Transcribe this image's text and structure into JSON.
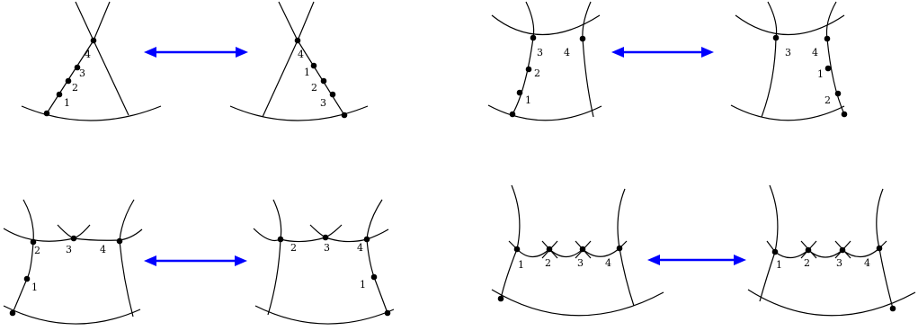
{
  "panels": [
    {
      "id": "panel-1-left",
      "labels": [
        "1",
        "2",
        "3",
        "4"
      ]
    },
    {
      "id": "panel-1-right",
      "labels": [
        "1",
        "2",
        "3",
        "4"
      ]
    },
    {
      "id": "panel-2-left",
      "labels": [
        "1",
        "2",
        "3",
        "4"
      ]
    },
    {
      "id": "panel-2-right",
      "labels": [
        "1",
        "2",
        "3",
        "4"
      ]
    },
    {
      "id": "panel-3-left",
      "labels": [
        "1",
        "2",
        "3",
        "4"
      ]
    },
    {
      "id": "panel-3-right",
      "labels": [
        "1",
        "2",
        "3",
        "4"
      ]
    },
    {
      "id": "panel-4-left",
      "labels": [
        "1",
        "2",
        "3",
        "4"
      ]
    },
    {
      "id": "panel-4-right",
      "labels": [
        "1",
        "2",
        "3",
        "4"
      ]
    }
  ],
  "colors": {
    "arrow": "#0000ff",
    "ink": "#000000"
  }
}
